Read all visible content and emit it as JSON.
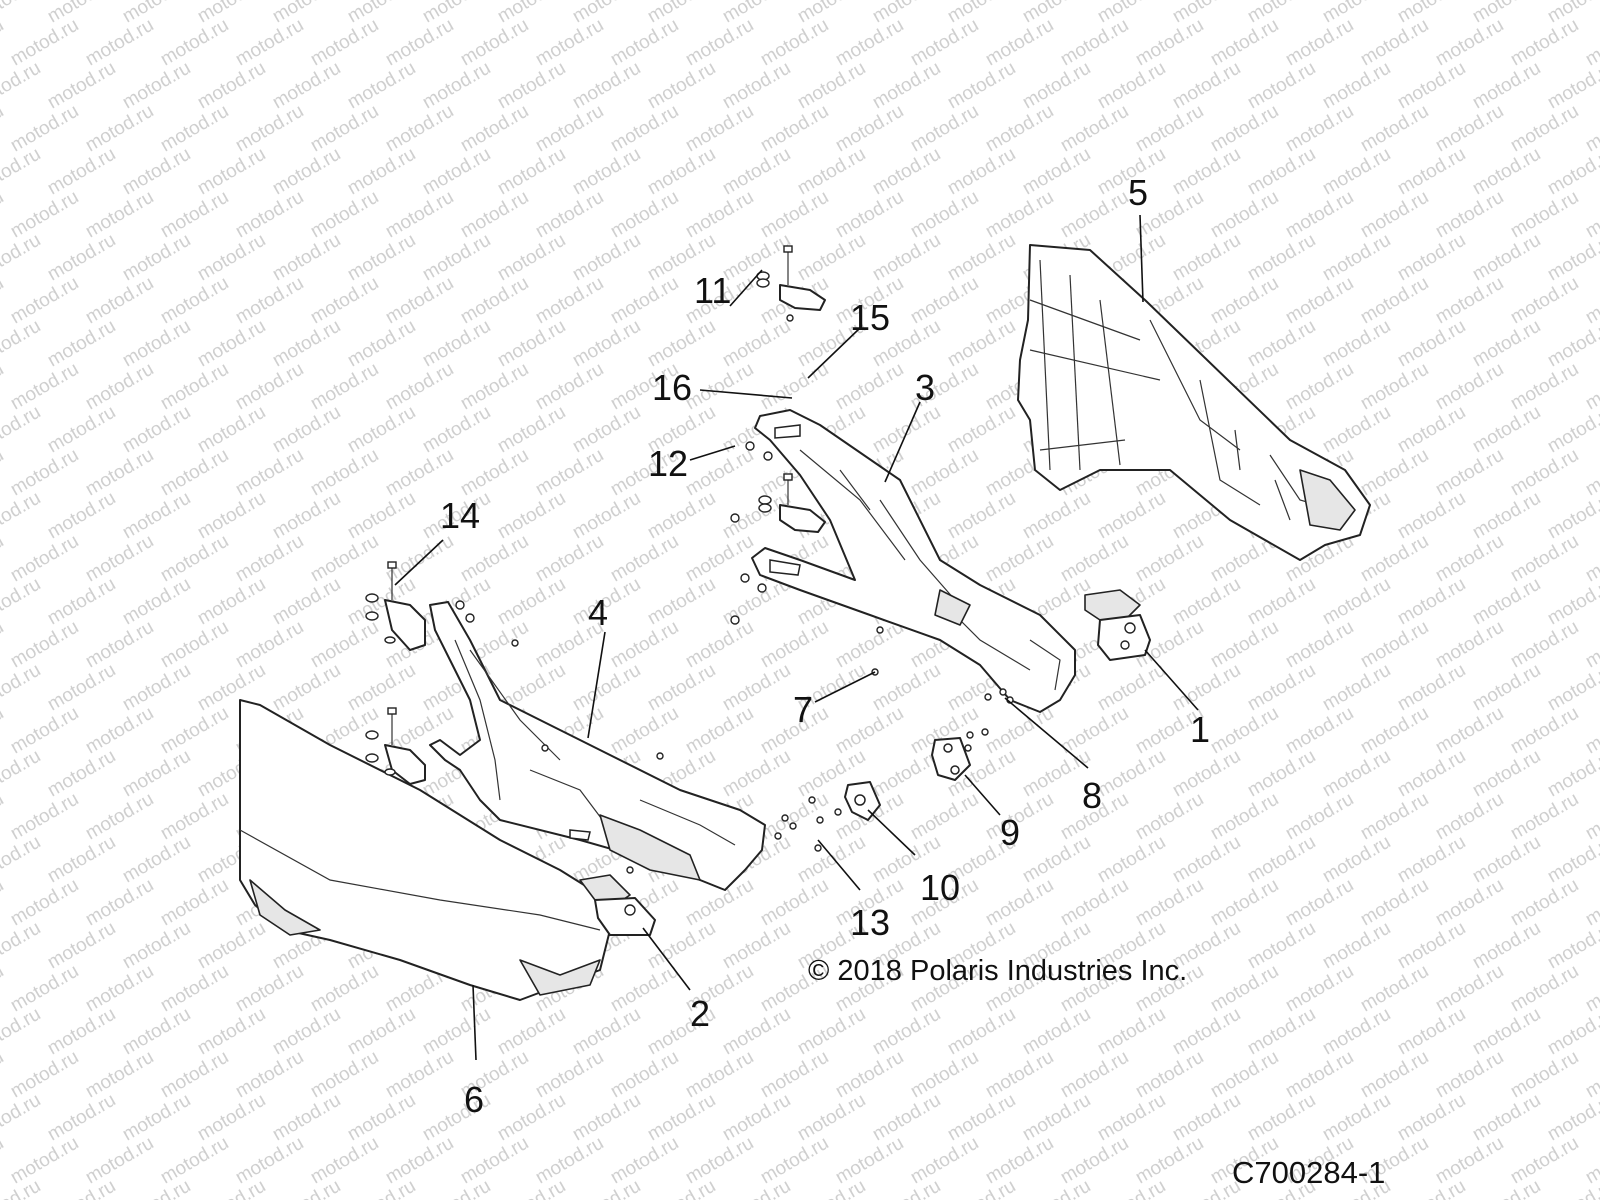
{
  "watermark": "motod.ru",
  "copyright": "© 2018 Polaris Industries Inc.",
  "reference_code": "C700284-1",
  "callouts": {
    "c1": "1",
    "c2": "2",
    "c3": "3",
    "c4": "4",
    "c5": "5",
    "c6": "6",
    "c7": "7",
    "c8": "8",
    "c9": "9",
    "c10": "10",
    "c11": "11",
    "c12": "12",
    "c13": "13",
    "c14": "14",
    "c15": "15",
    "c16": "16"
  }
}
